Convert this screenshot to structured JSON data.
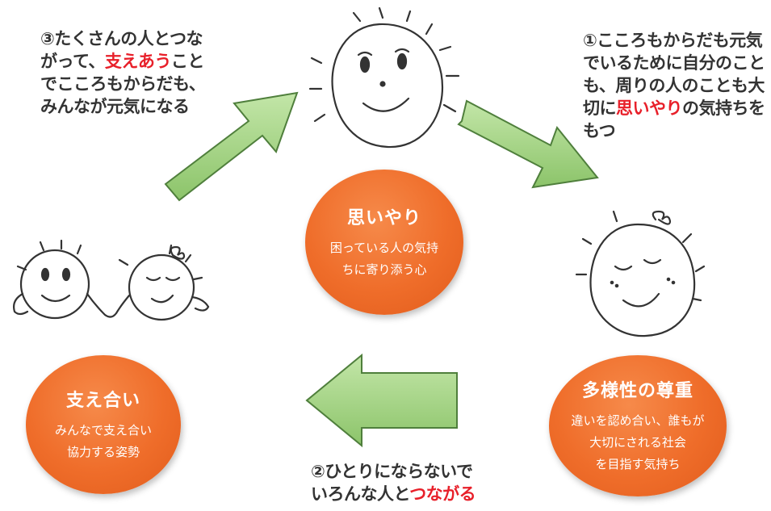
{
  "notes": {
    "top_left": {
      "before": "③たくさんの人とつながって、",
      "highlight": "支えあう",
      "after": "ことでこころもからだも、みんなが元気になる"
    },
    "top_right": {
      "before": "①こころもからだも元気でいるために自分のことも、周りの人のことも大切に",
      "highlight": "思いやり",
      "after": "の気持ちをもつ"
    },
    "bottom": {
      "before": "②ひとりにならないでいろんな人と",
      "highlight": "つながる"
    }
  },
  "circles": {
    "omoiyari": {
      "title": "思いやり",
      "desc1": "困っている人の気持",
      "desc2": "ちに寄り添う心"
    },
    "tayousei": {
      "title": "多様性の尊重",
      "desc1": "違いを認め合い、誰もが",
      "desc2": "大切にされる社会",
      "desc3": "を目指す気持ち"
    },
    "sasaeai": {
      "title": "支え合い",
      "desc1": "みんなで支え合い",
      "desc2": "協力する姿勢"
    }
  },
  "colors": {
    "accent_red": "#e8202a",
    "circle_orange": "#ef6d2a",
    "arrow_green": "#9fd37e",
    "arrow_outline": "#4f7f3c"
  },
  "icons": [
    "smiling-sun-face",
    "sleeping-girl-face",
    "holding-hands-faces",
    "arrow-right-up",
    "arrow-right-down",
    "arrow-left"
  ]
}
